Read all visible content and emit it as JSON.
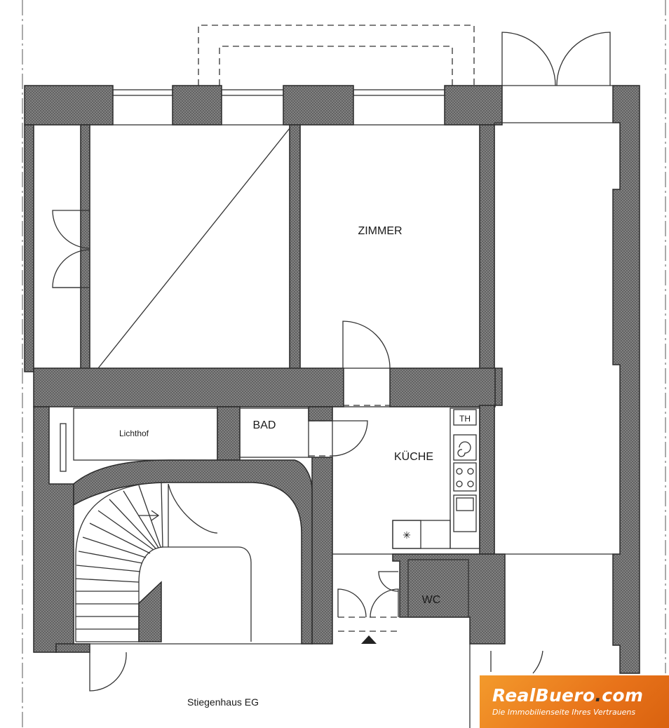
{
  "plan": {
    "rooms": {
      "zimmer": "ZIMMER",
      "lichthof": "Lichthof",
      "bad": "BAD",
      "kueche": "KÜCHE",
      "wc": "WC",
      "stiegenhaus": "Stiegenhaus EG"
    },
    "fixtures": {
      "boiler": "TH",
      "fridge_symbol": "✳"
    }
  },
  "logo": {
    "brand_main": "RealBuero",
    "brand_dot": ".",
    "brand_tld": "com",
    "tagline": "Die Immobilienseite Ihres Vertrauens"
  }
}
